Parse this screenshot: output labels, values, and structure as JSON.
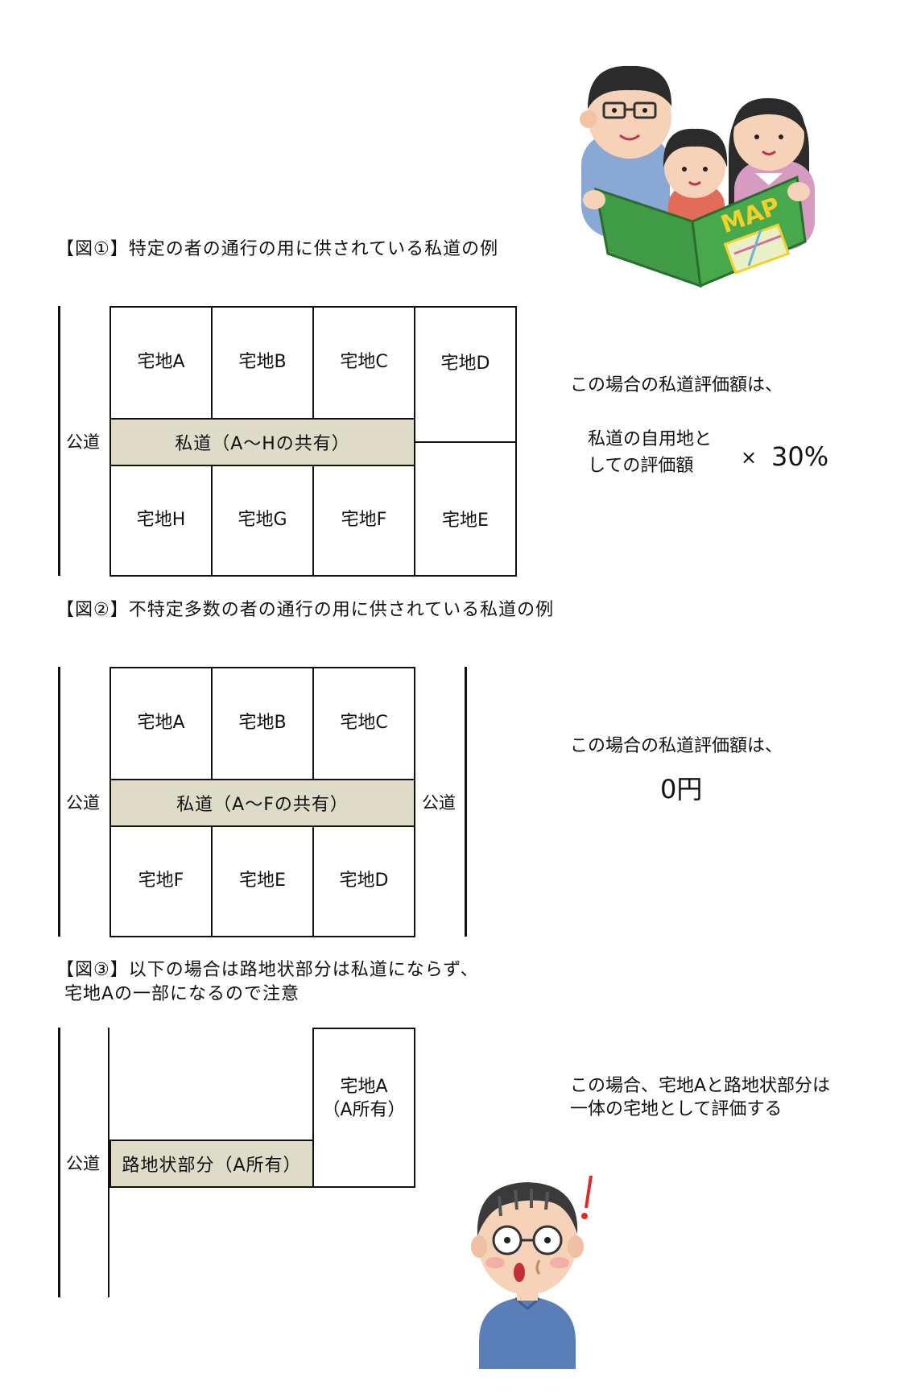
{
  "fig1": {
    "caption": "【図①】特定の者の通行の用に供されている私道の例",
    "public_road": "公道",
    "lots": {
      "a": "宅地A",
      "b": "宅地B",
      "c": "宅地C",
      "d": "宅地D",
      "e": "宅地E",
      "f": "宅地F",
      "g": "宅地G",
      "h": "宅地H"
    },
    "private_road": "私道（A〜Hの共有）",
    "note": "この場合の私道評価額は、",
    "formula": {
      "line1": "私道の自用地と",
      "line2": "しての評価額",
      "times": "×",
      "rate": "30%"
    }
  },
  "fig2": {
    "caption": "【図②】不特定多数の者の通行の用に供されている私道の例",
    "public_road_left": "公道",
    "public_road_right": "公道",
    "lots": {
      "a": "宅地A",
      "b": "宅地B",
      "c": "宅地C",
      "d": "宅地D",
      "e": "宅地E",
      "f": "宅地F"
    },
    "private_road": "私道（A〜Fの共有）",
    "note": "この場合の私道評価額は、",
    "value": "0円"
  },
  "fig3": {
    "caption_line1": "【図③】以下の場合は路地状部分は私道にならず、",
    "caption_line2": "宅地Aの一部になるので注意",
    "public_road": "公道",
    "lot_a_line1": "宅地A",
    "lot_a_line2": "（A所有）",
    "alley": "路地状部分（A所有）",
    "note_line1": "この場合、宅地Aと路地状部分は",
    "note_line2": "一体の宅地として評価する"
  },
  "illustrations": {
    "family": "family-reading-map",
    "map_text": "MAP",
    "man": "surprised-man"
  },
  "colors": {
    "road_fill": "#dedbc8",
    "line": "#111111"
  }
}
